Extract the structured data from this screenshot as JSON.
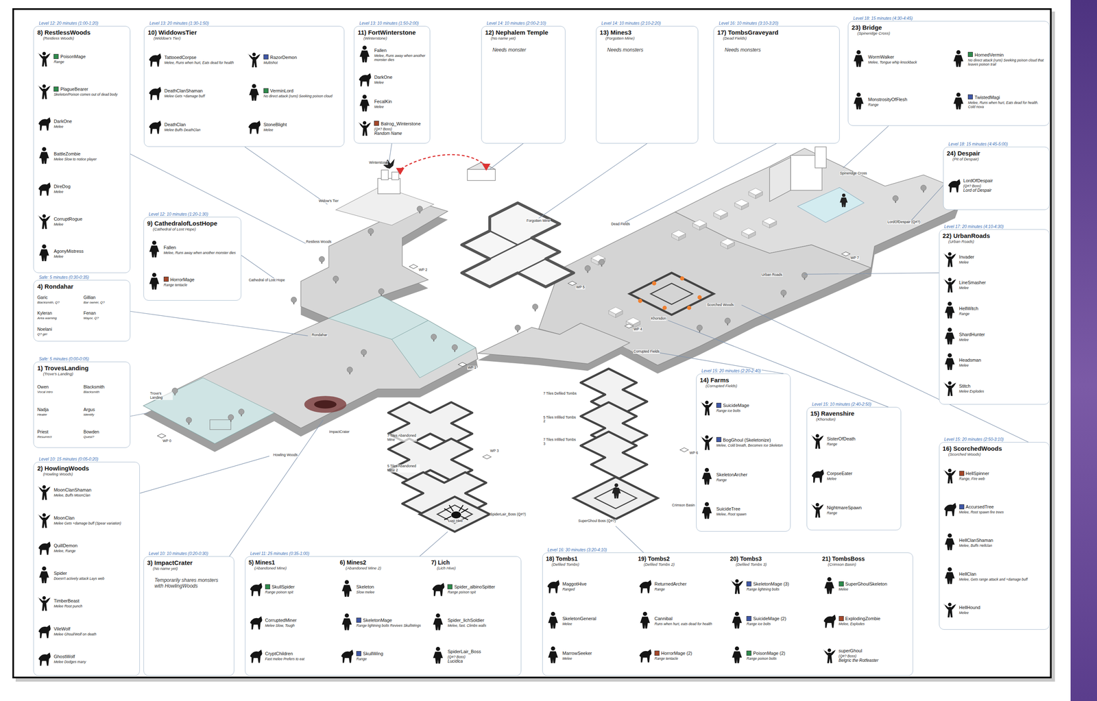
{
  "diagram": {
    "nodes": [
      {
        "text": [
          "Level 12: 20 minutes (1:00-1:20)",
          "8) RestlessWoods",
          "(Restless Woods)",
          "PoisonMage",
          "Range",
          "PlagueBearer",
          "Skeleton/Poison comes out of dead body",
          "DarkOne",
          "Melee",
          "BattleZombie",
          "Melee Slow to notice player",
          "DireDog",
          "Melee",
          "CorruptRogue",
          "Melee",
          "AgonyMistress",
          "Melee"
        ]
      },
      {
        "text": [
          "Level 13: 20 minutes (1:30-1:50)",
          "10) WiddowsTier",
          "(Widdow's Tier)",
          "TattooedCorpse",
          "Melee, Runs when hurt, Eats dead for health",
          "DeathClanShaman",
          "Melee Gets +damage buff",
          "DeathClan",
          "Melee Buffs DeathClan",
          "RazorDemon",
          "Multishot",
          "VerminLord",
          "No direct attack (runs) Seeking poison cloud",
          "StoneBlight",
          "Melee"
        ]
      },
      {
        "text": [
          "Level 13: 10 minutes (1:50-2:00)",
          "11) FortWinterstone",
          "(Winterstone)",
          "Fallen",
          "Melee, Runs away when another monster dies",
          "DarkOne",
          "Melee",
          "FecalKin",
          "Melee",
          "Balrog_Winterstone",
          "(Q#? Boss)",
          "Random Name"
        ]
      },
      {
        "text": [
          "Level 14: 10 minutes (2:00-2:10)",
          "12) Nephalem Temple",
          "(No name yet)",
          "Needs monster"
        ]
      },
      {
        "text": [
          "Level 14: 10 minutes (2:10-2:20)",
          "13) Mines3",
          "(Forgotten Mine)",
          "Needs monsters"
        ]
      },
      {
        "text": [
          "Level 16: 10 minutes (3:10-3:20)",
          "17) TombsGraveyard",
          "(Dead Fields)",
          "Needs monsters"
        ]
      },
      {
        "text": [
          "Level 18: 15 minutes (4:30-4:45)",
          "23) Bridge",
          "(Spineridge Cross)",
          "WormWalker",
          "Melee, Tongue whip knockback",
          "MonstrosityOfFlesh",
          "Range",
          "HornedVermin",
          "No direct attack (runs) Seeking poison cloud that leaves poison trail",
          "TwistedMagi",
          "Melee, Runs when hurt, Eats dead for health. Cold nova"
        ]
      },
      {
        "text": [
          "Level 18: 15 minutes (4:45-5:00)",
          "24) Despair",
          "(Pit of Despair)",
          "LordOfDespair",
          "(Q#? Boss)",
          "Lord of Despair"
        ]
      },
      {
        "text": [
          "Level 12: 10 minutes (1:20-1:30)",
          "9) CathedralofLostHope",
          "(Cathedral of Lost Hope)",
          "Fallen",
          "Melee, Runs away when another monster dies",
          "HorrorMage",
          "Range tentacle"
        ]
      },
      {
        "text": [
          "Safe: 5 minutes (0:30-0:35)",
          "4) Rondahar",
          "Garic",
          "Blacksmith, Q?",
          "Gillian",
          "Bar owner, Q?",
          "Kyleran",
          "Area warning",
          "Fenan",
          "Mayor, Q?",
          "Noelani",
          "Q? girl"
        ]
      },
      {
        "text": [
          "Level 17: 20 minutes (4:10-4:30)",
          "22) UrbanRoads",
          "(Urban Roads)",
          "Invader",
          "Melee",
          "LineSmasher",
          "Melee",
          "HellWitch",
          "Range",
          "ShardHunter",
          "Melee",
          "Headsman",
          "Melee",
          "Stitch",
          "Melee Explodes"
        ]
      },
      {
        "text": [
          "Safe: 5 minutes (0:00-0:05)",
          "1) TrovesLanding",
          "(Trove's Landing)",
          "Owen",
          "Vocal intro",
          "Blacksmith",
          "Blacksmith",
          "Nadja",
          "Healer",
          "Argus",
          "Identify",
          "Priest",
          "Resurrect",
          "Bowden",
          "Quest?"
        ]
      },
      {
        "text": [
          "Level 15: 20 minutes (2:20-2:40)",
          "14) Farms",
          "(Corrupted Fields)",
          "SuicideMage",
          "Range ice bolts",
          "BogGhoul (Skeletonize)",
          "Melee, Cold breath, Becomes Ice Skeleton",
          "SkeletonArcher",
          "Range",
          "SuicideTree",
          "Melee, Root spawn"
        ]
      },
      {
        "text": [
          "Level 15: 10 minutes (2:40-2:50)",
          "15) Ravenshire",
          "(Khorsdon)",
          "SisterOfDeath",
          "Range",
          "CorpseEater",
          "Melee",
          "NightmareSpawn",
          "Range"
        ]
      },
      {
        "text": [
          "Level 15: 20 minutes (2:50-3:10)",
          "16) ScorchedWoods",
          "(Scorched Woods)",
          "HellSpinner",
          "Range, Fire web",
          "AccursedTree",
          "Melee, Root spawn fire trees",
          "HellClanShaman",
          "Melee, Buffs Hellclan",
          "HellClan",
          "Melee, Gets range attack and +damage buff",
          "HellHound",
          "Melee"
        ]
      },
      {
        "text": [
          "Level 10: 15 minutes (0:05-0:20)",
          "2) HowlingWoods",
          "(Howling Woods)",
          "MoonClanShaman",
          "Melee, Buffs MoonClan",
          "MoonClan",
          "Melee Gets +damage buff (Spear variation)",
          "QuillDemon",
          "Melee, Range",
          "Spider",
          "Doesn't actively attack Lays web",
          "TimberBeast",
          "Melee Root punch",
          "VileWolf",
          "Melee Ghoul/Wolf on death",
          "GhostWolf",
          "Melee Dodges many"
        ]
      },
      {
        "text": [
          "Level 10: 10 minutes (0:20-0:30)",
          "3) ImpactCrater",
          "(No name yet)",
          "Temporarily shares monsters with HowlingWoods"
        ]
      },
      {
        "text": [
          "Level 11: 25 minutes (0:35-1:00)"
        ]
      },
      {
        "text": [
          "5) Mines1",
          "(Abandoned Mine)",
          "SkullSpider",
          "Range poison spit",
          "CorruptedMiner",
          "Melee Slow, Tough",
          "CryptChildren",
          "Fast melee Prefers to eat"
        ],
        "in": 17
      },
      {
        "text": [
          "6) Mines2",
          "(Abandoned Mine 2)",
          "Skeleton",
          "Slow melee",
          "SkeletonMage",
          "Range lightning bolts Revives SkullWings",
          "SkullWing",
          "Range"
        ],
        "in": 17
      },
      {
        "text": [
          "7) Lich",
          "(Lich Hive)",
          "Spider_albinoSpitter",
          "Range poison spit",
          "Spider_lichSoldier",
          "Melee, fast. Climbs walls",
          "SpiderLair_Boss",
          "(Q#? Boss)",
          "Lucidica"
        ],
        "in": 17
      },
      {
        "text": [
          "Level 16: 30 minutes (3:20-4:10)"
        ]
      },
      {
        "text": [
          "18) Tombs1",
          "(Defiled Tombs)",
          "MaggotHive",
          "Ranged",
          "SkeletonGeneral",
          "Melee",
          "MarrowSeeker",
          "Melee"
        ],
        "in": 21
      },
      {
        "text": [
          "19) Tombs2",
          "(Defiled Tombs 2)",
          "ReturnedArcher",
          "Range",
          "Cannibal",
          "Runs when hurt, eats dead for health",
          "HorrorMage (2)",
          "Range tentacle"
        ],
        "in": 21
      },
      {
        "text": [
          "20) Tombs3",
          "(Defiled Tombs 3)",
          "SkeletonMage (3)",
          "Range lightning bolts",
          "SuicideMage (2)",
          "Range ice bolts",
          "PoisonMage (2)",
          "Range poison bolts"
        ],
        "in": 21
      },
      {
        "text": [
          "21) TombsBoss",
          "(Crimson Basin)",
          "SuperGhoulSkeleton",
          "Melee",
          "ExplodingZombie",
          "Melee, Explodes",
          "superGhoul",
          "(Q#? Boss)",
          "Belgric the Rotfeaster"
        ],
        "in": 21
      }
    ],
    "labels": [
      "Winterstone",
      "Widow's Tier",
      "Restless Woods",
      "Cathedral of Lost Hope",
      "Rondahar",
      "Trove's Landing",
      "WP 0",
      "Howling Woods",
      "ImpactCrater",
      "WP 1",
      "WP 2",
      "Forgotten Mine",
      "7 Tiles Abandoned Mine",
      "5 Tiles Abandoned Mine 2",
      "WP 3",
      "Lost Hive",
      "SpiderLair_Boss (Q#?)",
      "Dead Fields",
      "WP 5",
      "Khorsdon",
      "WP 4",
      "Corrupted Fields",
      "Scorched Woods",
      "Urban Roads",
      "WP 7",
      "LordOfDespair (Q#?)",
      "Spineridge Cross",
      "7 Tiles Defiled Tombs",
      "5 Tiles Infilled Tombs 2",
      "7 Tiles Infilled Tombs 3",
      "WP 6",
      "Crimson Basin",
      "SuperGhoul Boss (Q#?)"
    ]
  }
}
